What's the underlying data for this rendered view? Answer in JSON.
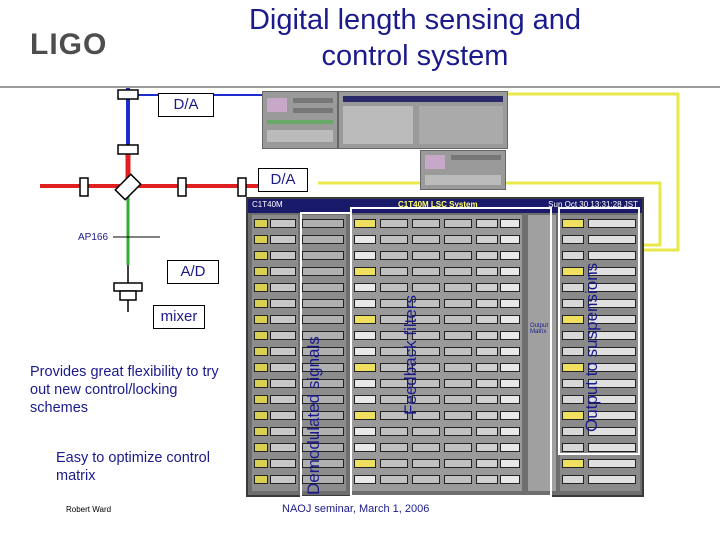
{
  "slide": {
    "title_line1": "Digital length sensing and",
    "title_line2": "control system",
    "logo": "LIGO",
    "labels": {
      "da_top": "D/A",
      "da_mid": "D/A",
      "ad": "A/D",
      "mixer": "mixer",
      "ap166": "AP166"
    },
    "text_flexibility": "Provides great flexibility to try out new control/locking schemes",
    "text_optimize": "Easy to optimize control matrix",
    "vertical_labels": {
      "demodulated": "Demodulated signals",
      "feedback": "Feedback filters",
      "output": "Output to suspensions"
    },
    "footer_author": "Robert Ward",
    "footer_event": "NAOJ seminar, March 1, 2006"
  },
  "screen": {
    "header_title": "C1T40M LSC System",
    "header_left": "C1T40M",
    "header_date": "Sun Oct 30 13:31:28 JST",
    "output_matrix_label": "Output Matrix"
  },
  "colors": {
    "title": "#1a1a8c",
    "laser_beam": "#e02020",
    "rf_beam": "#1c2ccf",
    "signal_line": "#33aa33",
    "suspension_line": "#e8e84a"
  }
}
